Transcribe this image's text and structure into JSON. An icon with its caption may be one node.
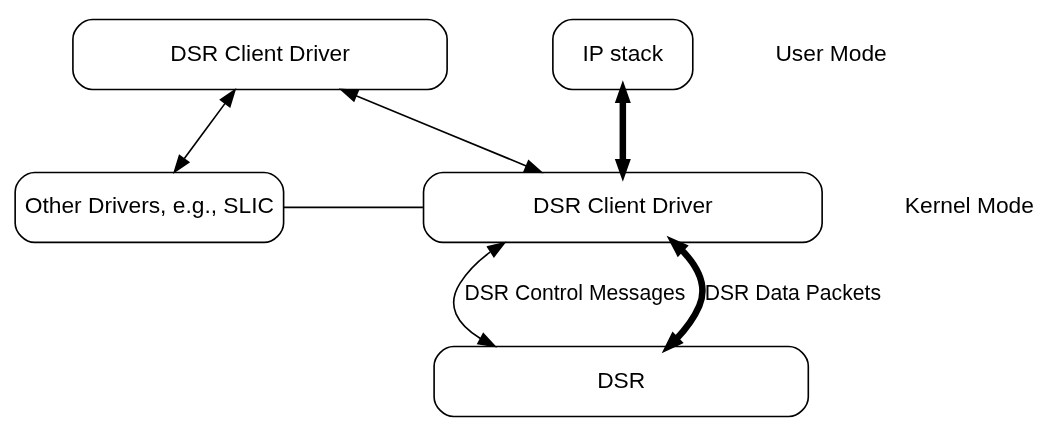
{
  "diagram": {
    "nodes": [
      {
        "text": [
          "DSR Client Driver"
        ]
      },
      {
        "text": [
          "IP stack"
        ]
      },
      {
        "text": [
          "Other Drivers, e.g., SLIC"
        ]
      },
      {
        "text": [
          "DSR Client Driver"
        ]
      },
      {
        "text": [
          "DSR"
        ]
      }
    ],
    "edges": [
      {
        "from": 0,
        "to": 2,
        "arrow": "both"
      },
      {
        "from": 0,
        "to": 3,
        "arrow": "both"
      },
      {
        "from": 1,
        "to": 3,
        "arrow": "both",
        "style": "thick"
      },
      {
        "from": 2,
        "to": 3,
        "arrow": "none"
      },
      {
        "from": 3,
        "to": 4,
        "arrow": "both",
        "label": "DSR Control Messages"
      },
      {
        "from": 3,
        "to": 4,
        "arrow": "both",
        "style": "thick",
        "label": "DSR Data Packets"
      }
    ],
    "labels": [
      "User Mode",
      "Kernel Mode"
    ]
  }
}
